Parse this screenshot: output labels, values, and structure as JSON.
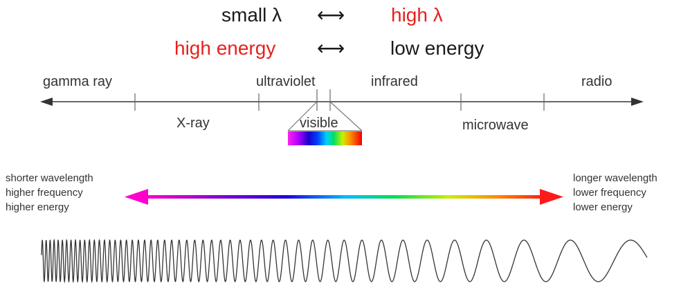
{
  "header": {
    "row1": {
      "left": "small λ",
      "arrow": "⟷",
      "right": "high λ"
    },
    "row2": {
      "left": "high energy",
      "arrow": "⟷",
      "right": "low energy"
    }
  },
  "spectrum": {
    "upper_labels": [
      "gamma ray",
      "ultraviolet",
      "infrared",
      "radio"
    ],
    "lower_labels": [
      "X-ray",
      "visible",
      "microwave"
    ]
  },
  "left_text": [
    "shorter wavelength",
    "higher frequency",
    "higher energy"
  ],
  "right_text": [
    "longer wavelength",
    "lower frequency",
    "lower energy"
  ],
  "colors": {
    "emphasis": "#e8201c",
    "text": "#1a1a1a",
    "axis": "#333333",
    "arrow_start": "#ff00cc",
    "arrow_end": "#ff1a1a"
  }
}
